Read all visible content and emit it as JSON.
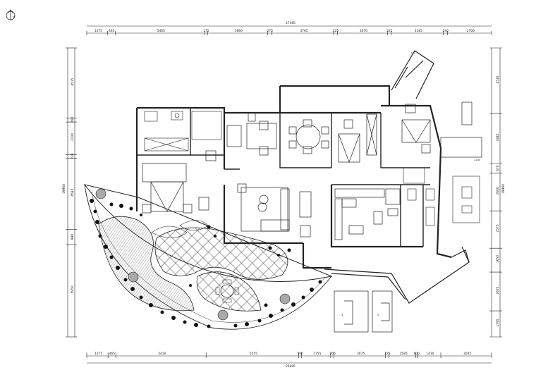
{
  "plan": {
    "north_symbol": "N",
    "top_dimensions": {
      "overall": "27465",
      "segments": [
        "1275",
        "465",
        "5465",
        "175",
        "3660",
        "275",
        "3765",
        "225",
        "3070",
        "225",
        "3185",
        "240",
        "2700"
      ]
    },
    "bottom_dimensions": {
      "overall": "26485",
      "segments": [
        "1275",
        "465",
        "5410",
        "5555",
        "160",
        "1755",
        "200",
        "3075",
        "225",
        "1585",
        "100",
        "1410",
        "3045"
      ]
    },
    "left_dimensions": {
      "overall": "19960",
      "segments": [
        "4515",
        "260",
        "2100",
        "230",
        "4585",
        "990",
        "5950"
      ]
    },
    "right_dimensions": {
      "overall": "19960",
      "segments": [
        "4530",
        "3445",
        "670",
        "2600",
        "2575",
        "1650",
        "2675",
        "1795"
      ]
    },
    "small_labels": {
      "balcony_note": "1240",
      "stair_note": "120",
      "detail_a": "3",
      "detail_b": "5"
    }
  }
}
